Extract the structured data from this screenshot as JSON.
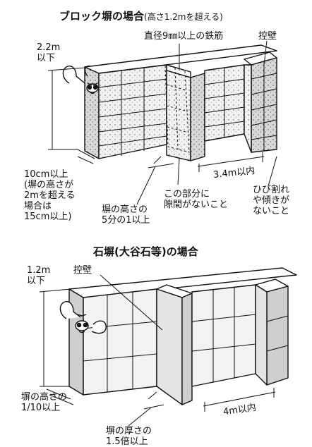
{
  "section1": {
    "title": "ブロック塀の場合",
    "subtitle": "(高さ1.2mを超える)",
    "labels": {
      "height_max": "2.2m\n以下",
      "rebar": "直径9㎜以上の鉄筋",
      "buttress": "控壁",
      "foundation_depth": "10cm以上\n(塀の高さが\n2mを超える\n場合は\n15cm以上)",
      "buttress_length": "塀の高さの\n5分の1以上",
      "no_gap": "この部分に\n隙間がないこと",
      "spacing": "3.4m以内",
      "no_crack": "ひび割れ\nや傾きが\nないこと"
    }
  },
  "section2": {
    "title": "石塀(大谷石等)の場合",
    "labels": {
      "height_max": "1.2m\n以下",
      "buttress": "控壁",
      "foundation_depth": "塀の高さの\n1/10以上",
      "buttress_length": "塀の厚さの\n1.5倍以上",
      "spacing": "4m以内"
    }
  },
  "colors": {
    "ink": "#111111",
    "wall_light": "#f4f4f4",
    "wall_mid": "#dcdcdc",
    "wall_dark": "#bdbdbd",
    "stipple": "#e6e6e6"
  }
}
